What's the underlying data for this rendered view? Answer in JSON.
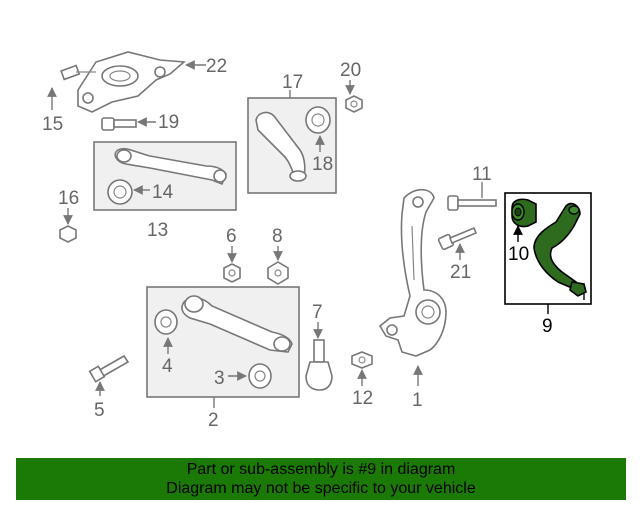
{
  "diagram": {
    "labels": {
      "p1": "1",
      "p2": "2",
      "p3": "3",
      "p4": "4",
      "p5": "5",
      "p6": "6",
      "p7": "7",
      "p8": "8",
      "p9": "9",
      "p10": "10",
      "p11": "11",
      "p12": "12",
      "p13": "13",
      "p14": "14",
      "p15": "15",
      "p16": "16",
      "p17": "17",
      "p18": "18",
      "p19": "19",
      "p20": "20",
      "p21": "21",
      "p22": "22"
    },
    "highlight_part": "9",
    "colors": {
      "highlight": "#2e6b1e",
      "banner": "#1b7a06",
      "line": "#777777",
      "box_fill": "#f0f0f0"
    }
  },
  "banner": {
    "line1": "Part or sub-assembly is #9 in diagram",
    "line2": "Diagram may not be specific to your vehicle"
  }
}
